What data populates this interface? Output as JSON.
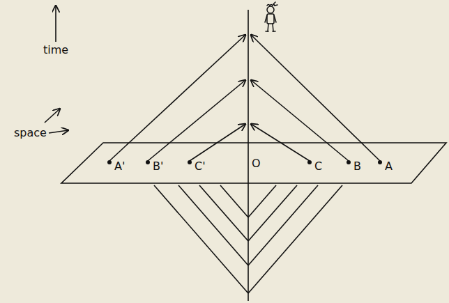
{
  "diagram": {
    "labels": [
      "time",
      "space",
      "A'",
      "B'",
      "C'",
      "O",
      "C",
      "B",
      "A"
    ]
  }
}
